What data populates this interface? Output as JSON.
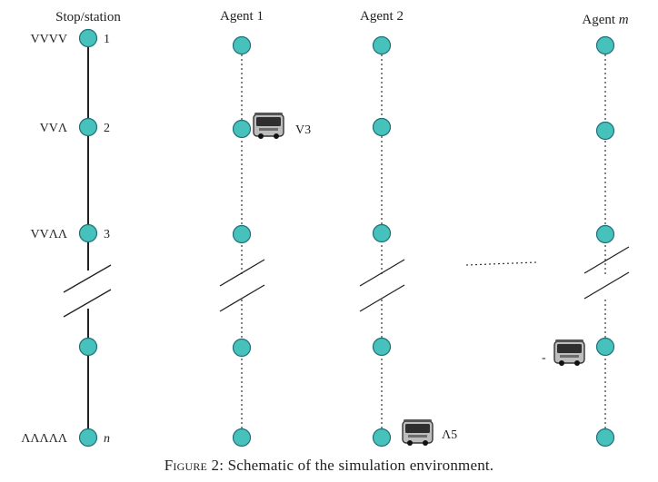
{
  "headers": {
    "stop_station": "Stop/station",
    "agent1": "Agent 1",
    "agent2": "Agent 2",
    "agentm_prefix": "Agent ",
    "agentm_var": "m"
  },
  "stops": [
    {
      "label": "VVVV",
      "index": "1"
    },
    {
      "label": "VVΛ",
      "index": "2"
    },
    {
      "label": "VVΛΛ",
      "index": "3"
    },
    {
      "label": "",
      "index": ""
    },
    {
      "label": "ΛΛΛΛΛ",
      "index": "n"
    }
  ],
  "vehicle_labels": {
    "agent1": "V3",
    "agent2": "Λ5",
    "agentm": "-"
  },
  "caption": {
    "figure": "Figure 2:",
    "text": "Schematic of the simulation environment."
  },
  "colors": {
    "node_fill": "#46c1bb",
    "node_stroke": "#1f6f79",
    "line": "#222222"
  }
}
